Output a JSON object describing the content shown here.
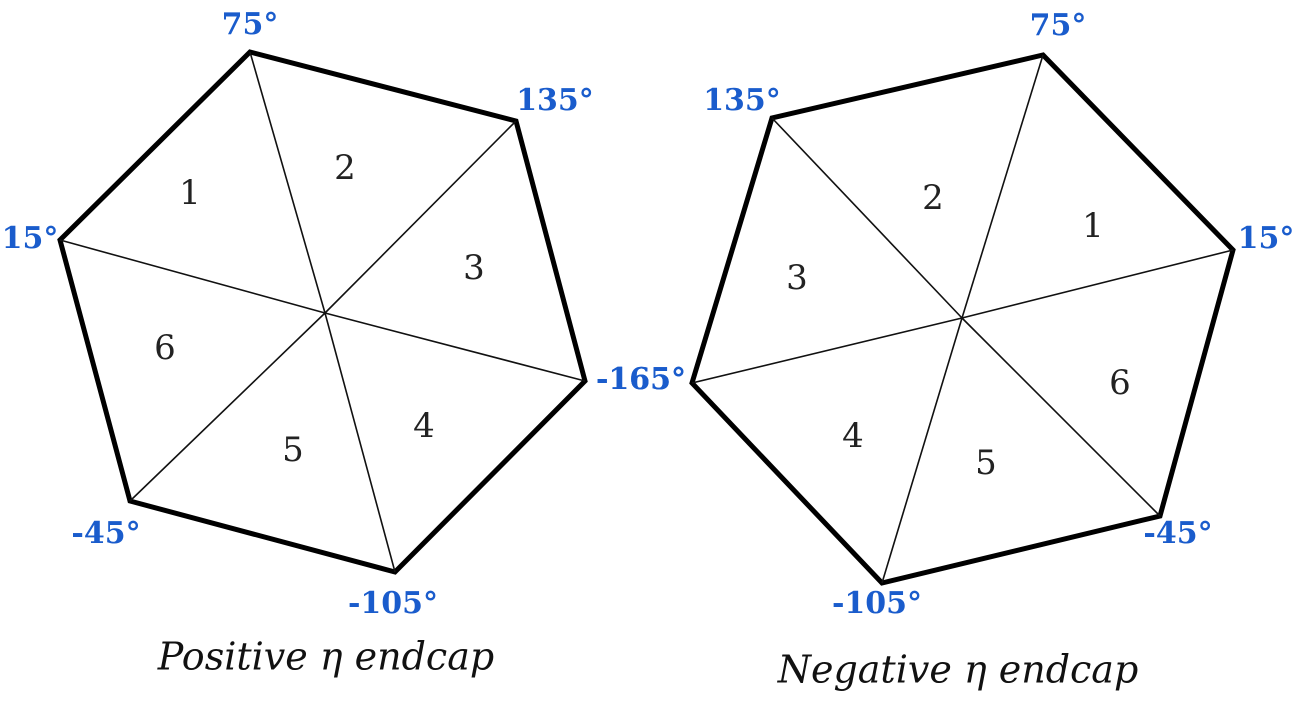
{
  "positive_endcap": {
    "caption": "Positive η endcap",
    "sectors": [
      "1",
      "2",
      "3",
      "4",
      "5",
      "6"
    ],
    "angles": [
      "75°",
      "135°",
      "-165°",
      "-105°",
      "-45°",
      "15°"
    ]
  },
  "negative_endcap": {
    "caption": "Negative η endcap",
    "sectors": [
      "1",
      "2",
      "3",
      "4",
      "5",
      "6"
    ],
    "angles": [
      "75°",
      "135°",
      "-165°",
      "-105°",
      "-45°",
      "15°"
    ]
  },
  "colors": {
    "angle_label": "#1a5ccc",
    "outline": "#000000"
  }
}
